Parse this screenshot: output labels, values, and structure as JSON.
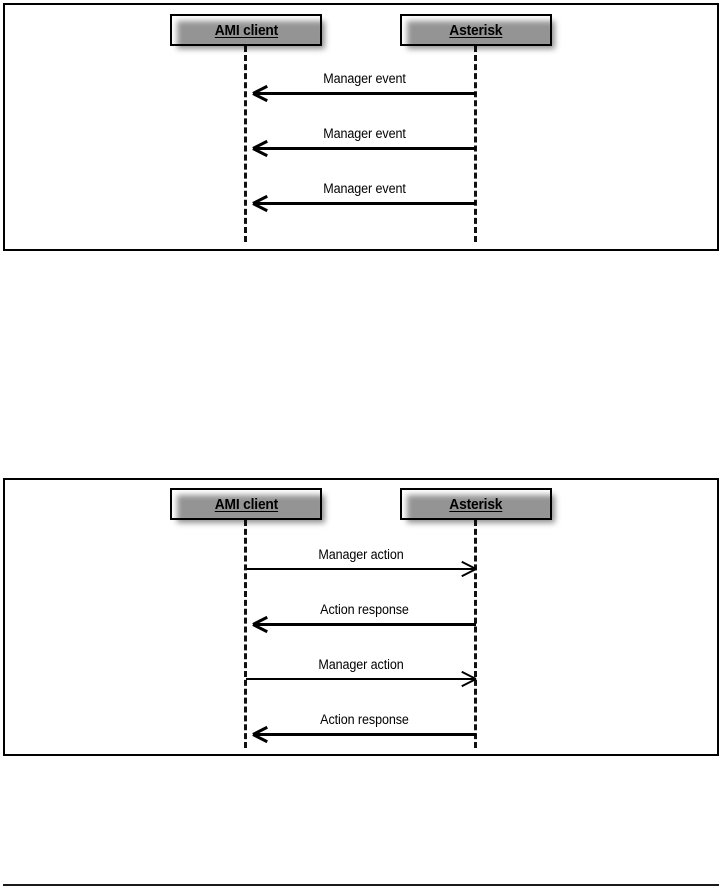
{
  "page": {
    "background_color": "#ffffff",
    "line_color": "#000000",
    "figures": [
      {
        "id": "figure-1",
        "name": "ami-event-flow-diagram",
        "type": "uml-sequence-diagram",
        "participants": [
          {
            "name": "ami-client",
            "label": "AMI client"
          },
          {
            "name": "asterisk",
            "label": "Asterisk"
          }
        ],
        "messages": [
          {
            "label": "Manager event",
            "direction": "right-to-left",
            "from": "Asterisk",
            "to": "AMI client"
          },
          {
            "label": "Manager event",
            "direction": "right-to-left",
            "from": "Asterisk",
            "to": "AMI client"
          },
          {
            "label": "Manager event",
            "direction": "right-to-left",
            "from": "Asterisk",
            "to": "AMI client"
          }
        ]
      },
      {
        "id": "figure-2",
        "name": "ami-action-response-flow-diagram",
        "type": "uml-sequence-diagram",
        "participants": [
          {
            "name": "ami-client",
            "label": "AMI client"
          },
          {
            "name": "asterisk",
            "label": "Asterisk"
          }
        ],
        "messages": [
          {
            "label": "Manager action",
            "direction": "left-to-right",
            "from": "AMI client",
            "to": "Asterisk"
          },
          {
            "label": "Action response",
            "direction": "right-to-left",
            "from": "Asterisk",
            "to": "AMI client"
          },
          {
            "label": "Manager action",
            "direction": "left-to-right",
            "from": "AMI client",
            "to": "Asterisk"
          },
          {
            "label": "Action response",
            "direction": "right-to-left",
            "from": "Asterisk",
            "to": "AMI client"
          }
        ]
      }
    ]
  }
}
